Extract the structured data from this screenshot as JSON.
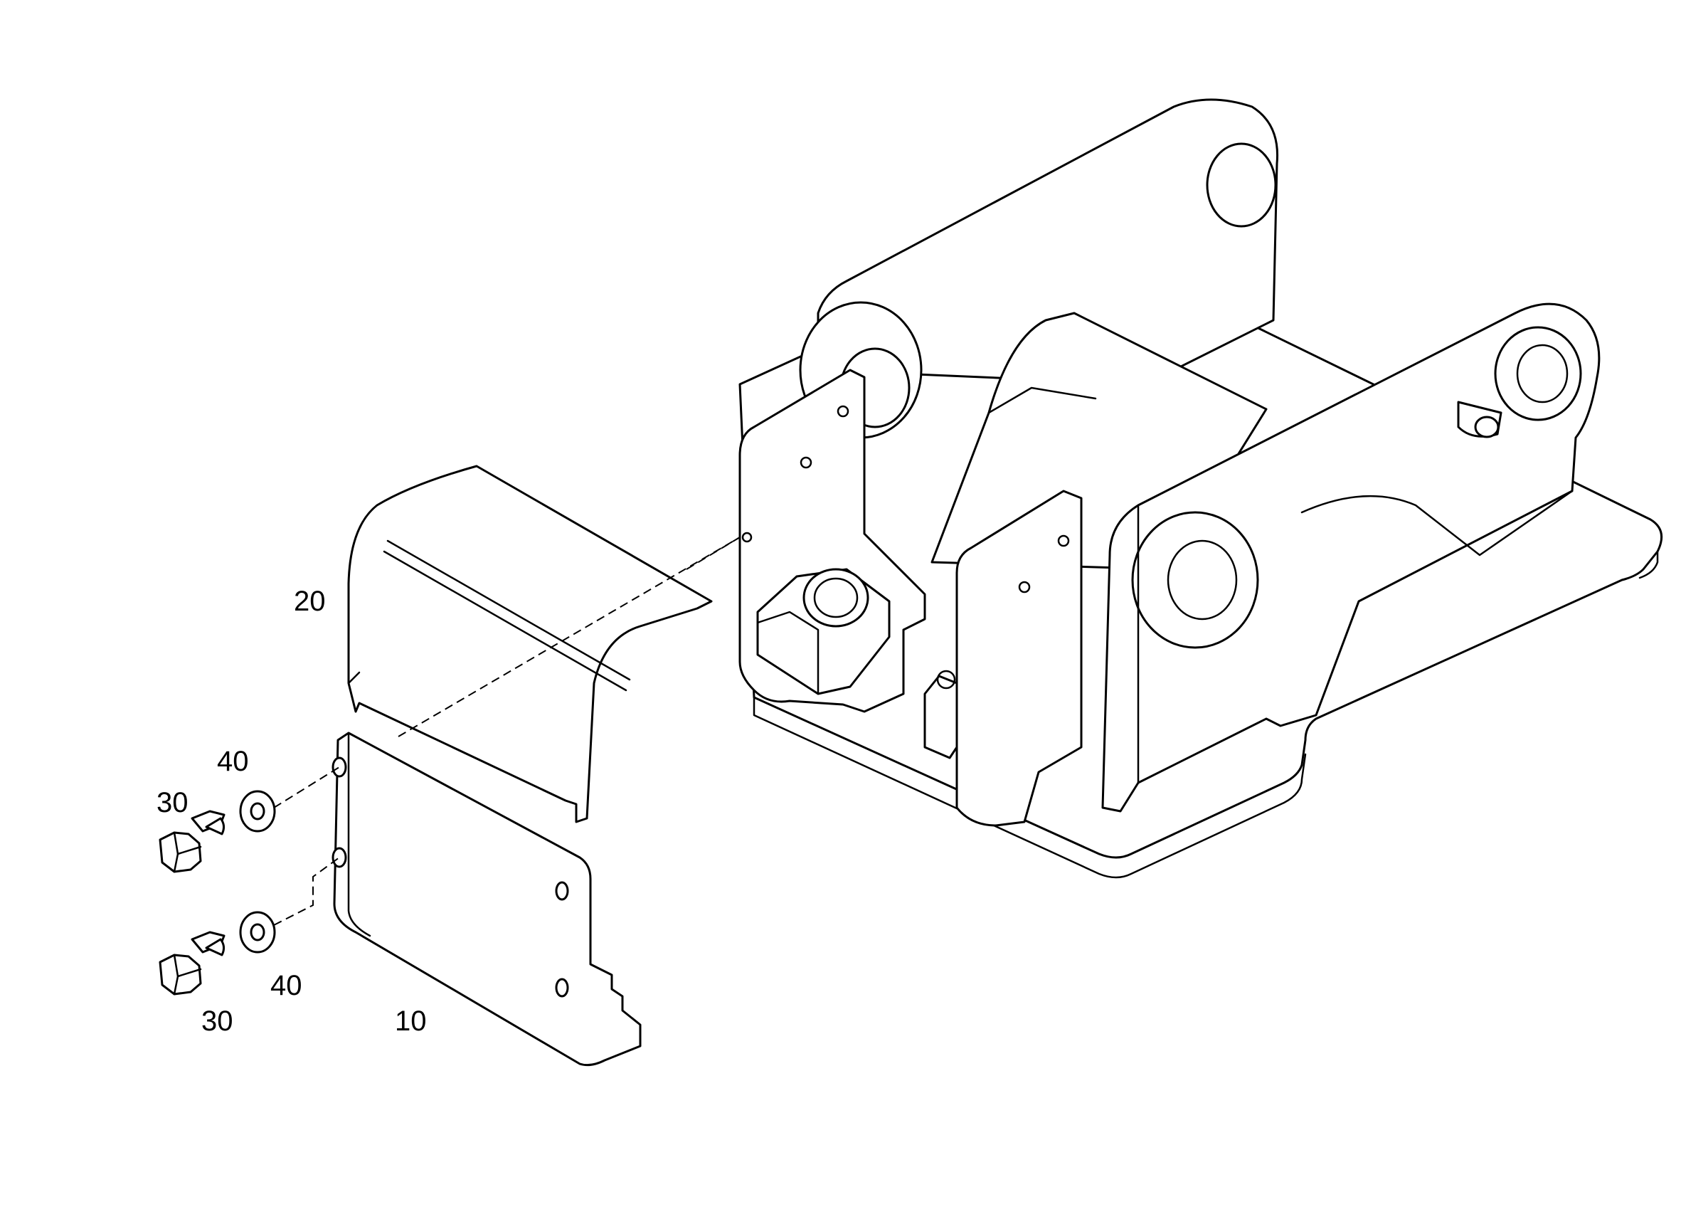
{
  "callouts": {
    "part_10": "10",
    "part_20": "20",
    "part_30_upper": "30",
    "part_30_lower": "30",
    "part_40_upper": "40",
    "part_40_lower": "40"
  }
}
